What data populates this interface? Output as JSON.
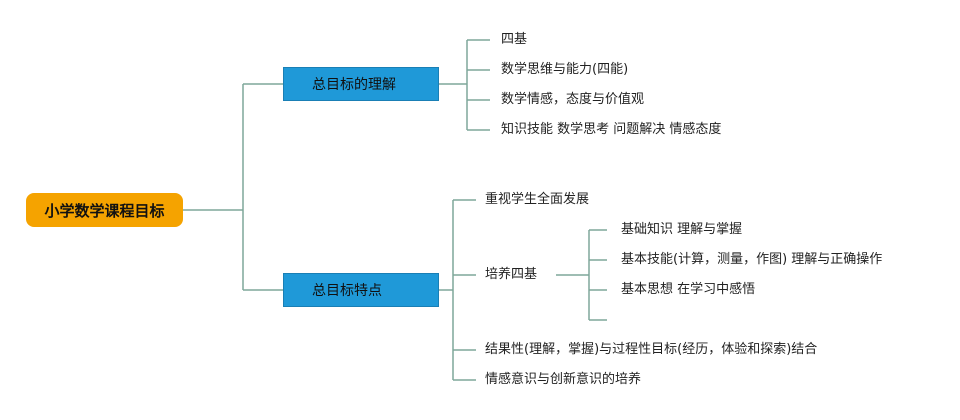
{
  "root": {
    "label": "小学数学课程目标"
  },
  "branches": [
    {
      "label": "总目标的理解",
      "children": [
        {
          "label": "四基"
        },
        {
          "label": "数学思维与能力(四能)"
        },
        {
          "label": "数学情感，态度与价值观"
        },
        {
          "label": "知识技能 数学思考 问题解决 情感态度"
        }
      ]
    },
    {
      "label": "总目标特点",
      "children": [
        {
          "label": "重视学生全面发展"
        },
        {
          "label": "培养四基",
          "children": [
            {
              "label": "基础知识 理解与掌握"
            },
            {
              "label": "基本技能(计算，测量，作图) 理解与正确操作"
            },
            {
              "label": "基本思想 在学习中感悟"
            },
            {
              "label": ""
            }
          ]
        },
        {
          "label": "结果性(理解，掌握)与过程性目标(经历，体验和探索)结合"
        },
        {
          "label": "情感意识与创新意识的培养"
        }
      ]
    }
  ],
  "colors": {
    "line": "#7fa79a",
    "root": "#f5a300",
    "branch": "#1f99d8"
  }
}
